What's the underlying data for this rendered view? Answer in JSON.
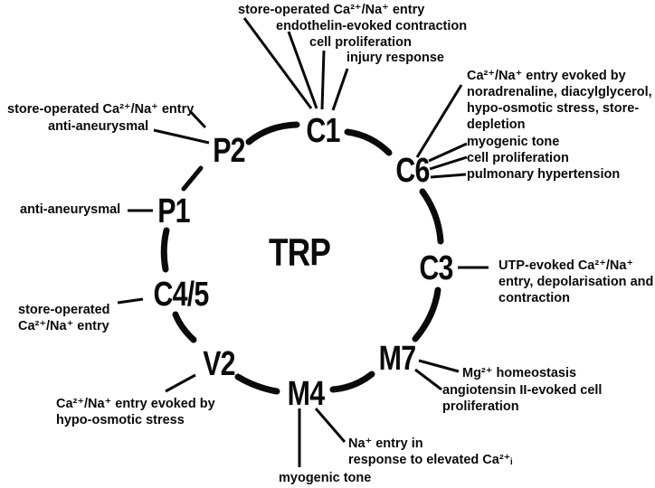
{
  "title": "TRP",
  "nodes": {
    "c1": "C1",
    "c6": "C6",
    "c3": "C3",
    "m7": "M7",
    "m4": "M4",
    "v2": "V2",
    "c45": "C4/5",
    "p1": "P1",
    "p2": "P2"
  },
  "annotations": {
    "c1_store": "store-operated Ca²⁺/Na⁺ entry",
    "c1_endothelin": "endothelin-evoked contraction",
    "c1_proliferation": "cell proliferation",
    "c1_injury": "injury response",
    "c6_entry": "Ca²⁺/Na⁺ entry evoked by\nnoradrenaline, diacylglycerol,\nhypo-osmotic stress, store-\ndepletion",
    "c6_myogenic": "myogenic tone",
    "c6_proliferation": "cell proliferation",
    "c6_pulmonary": "pulmonary hypertension",
    "c3_utp": "UTP-evoked Ca²⁺/Na⁺\nentry, depolarisation and\ncontraction",
    "m7_mg": "Mg²⁺ homeostasis",
    "m7_angiotensin": "angiotensin II-evoked cell\nproliferation",
    "m4_na": "Na⁺ entry in\nresponse to elevated Ca²⁺ᵢ",
    "m4_myogenic": "myogenic tone",
    "v2_entry": "Ca²⁺/Na⁺ entry evoked by\nhypo-osmotic stress",
    "c45_store": "store-operated\nCa²⁺/Na⁺ entry",
    "p1_anti": "anti-aneurysmal",
    "p2_store": "store-operated Ca²⁺/Na⁺ entry",
    "p2_anti": "anti-aneurysmal"
  },
  "colors": {
    "ink": "#0a0a0a",
    "background": "#ffffff"
  }
}
